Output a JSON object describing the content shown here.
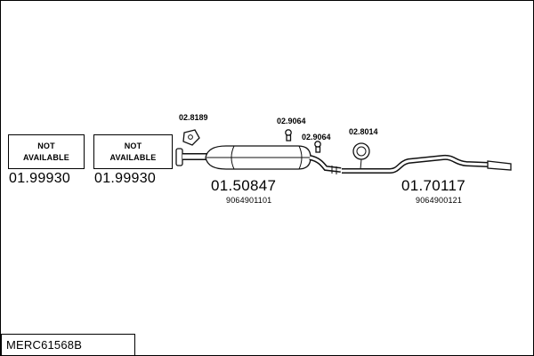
{
  "plate": {
    "code": "MERC61568B"
  },
  "not_available": [
    {
      "line1": "NOT",
      "line2": "AVAILABLE",
      "number": "01.99930"
    },
    {
      "line1": "NOT",
      "line2": "AVAILABLE",
      "number": "01.99930"
    }
  ],
  "clamp_labels": [
    "02.8189",
    "02.9064",
    "02.9064",
    "02.8014"
  ],
  "muffler": {
    "number": "01.50847",
    "ref": "9064901101"
  },
  "tailpipe": {
    "number": "01.70117",
    "ref": "9064900121"
  }
}
